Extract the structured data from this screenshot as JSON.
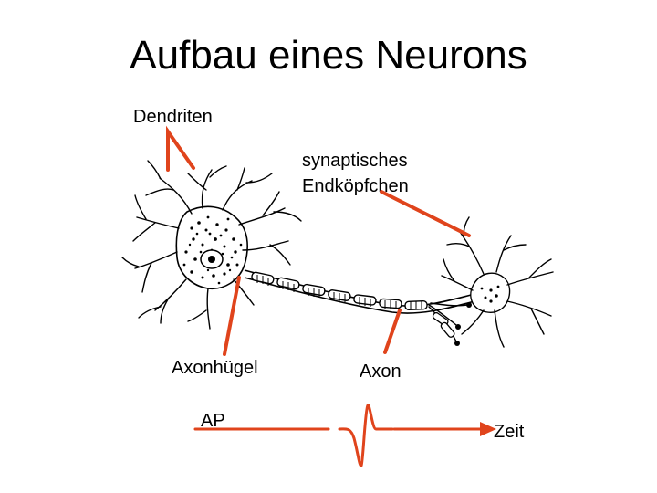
{
  "title": "Aufbau eines Neurons",
  "labels": {
    "dendriten": "Dendriten",
    "synaptic_line1": "synaptisches",
    "synaptic_line2": "Endköpfchen",
    "axonhuegel": "Axonhügel",
    "axon": "Axon",
    "ap": "AP",
    "zeit": "Zeit"
  },
  "colors": {
    "arrow": "#e0441c",
    "ink": "#000000",
    "background": "#ffffff"
  }
}
